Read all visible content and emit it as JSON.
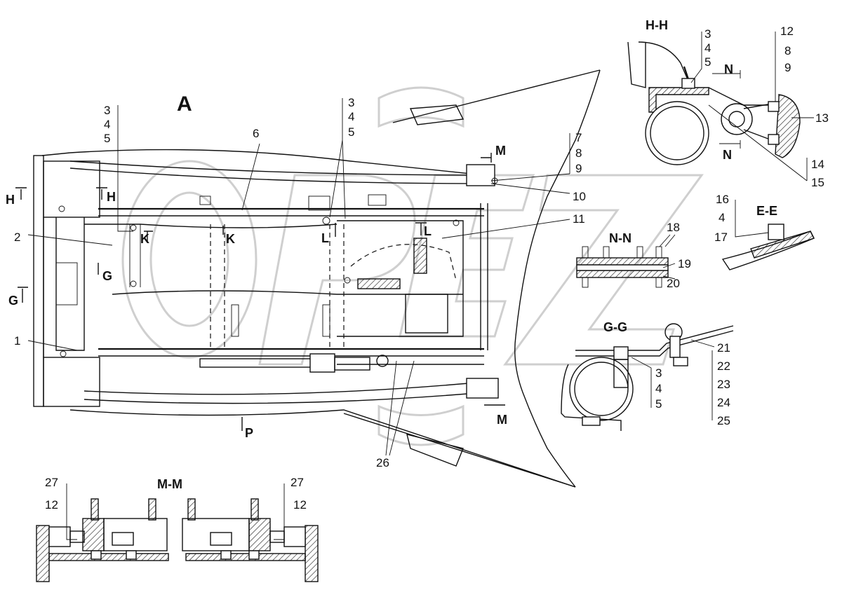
{
  "view_label": "A",
  "sections": {
    "hh": "H-H",
    "mm": "M-M",
    "nn": "N-N",
    "gg": "G-G",
    "ee": "E-E"
  },
  "cut_markers": {
    "h_left": "H",
    "h_right": "H",
    "g_left": "G",
    "g_right": "G",
    "k_left": "K",
    "k_right": "K",
    "l_left": "L",
    "l_right": "L",
    "m_top": "M",
    "m_bottom": "M",
    "n_top": "N",
    "n_bottom": "N",
    "p": "P"
  },
  "callouts": {
    "a_3": "3",
    "a_4": "4",
    "a_5": "5",
    "b_3": "3",
    "b_4": "4",
    "b_5": "5",
    "c_6": "6",
    "d_7": "7",
    "d_8": "8",
    "d_9": "9",
    "e_10": "10",
    "e_11": "11",
    "f_2": "2",
    "f_1": "1",
    "g_26": "26",
    "hh_3": "3",
    "hh_4": "4",
    "hh_5": "5",
    "hh_12": "12",
    "hh_8": "8",
    "hh_9": "9",
    "hh_13": "13",
    "hh_14": "14",
    "hh_15": "15",
    "ee_16": "16",
    "ee_4": "4",
    "ee_17": "17",
    "nn_18": "18",
    "nn_19": "19",
    "nn_20": "20",
    "gg_21": "21",
    "gg_22": "22",
    "gg_23": "23",
    "gg_24": "24",
    "gg_25": "25",
    "gg_3": "3",
    "gg_4": "4",
    "gg_5": "5",
    "mm_27_left": "27",
    "mm_12_left": "12",
    "mm_27_right": "27",
    "mm_12_right": "12"
  },
  "watermark_name": "watermark-logo"
}
